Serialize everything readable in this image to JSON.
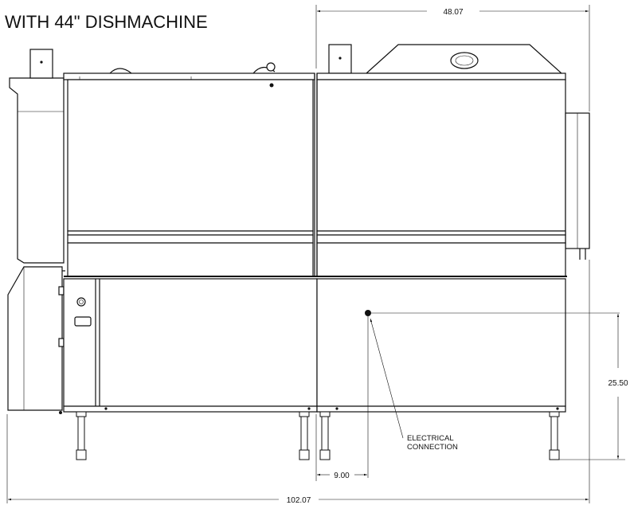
{
  "title": "WITH 44\" DISHMACHINE",
  "dimensions": {
    "top_width": "48.07",
    "height": "25.50",
    "offset": "9.00",
    "overall_width": "102.07"
  },
  "callouts": {
    "electrical_line1": "ELECTRICAL",
    "electrical_line2": "CONNECTION"
  }
}
